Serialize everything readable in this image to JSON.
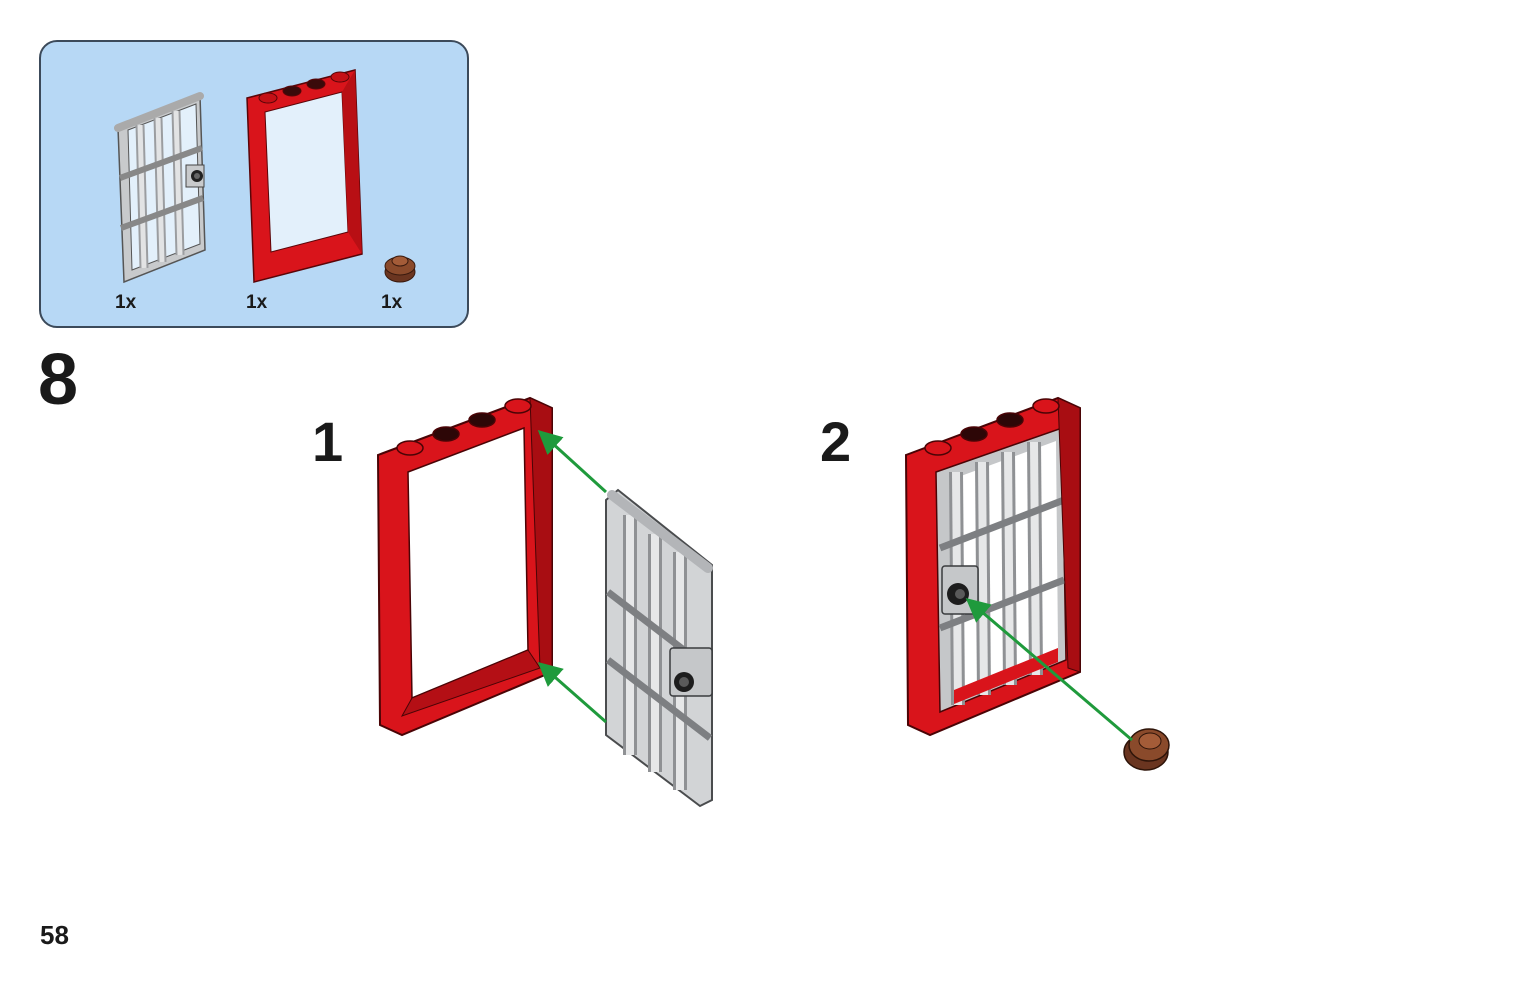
{
  "parts_list": {
    "items": [
      {
        "part": "bar-door",
        "qty": "1x"
      },
      {
        "part": "red-door-frame",
        "qty": "1x"
      },
      {
        "part": "brown-round-plate",
        "qty": "1x"
      }
    ]
  },
  "step": {
    "number": "8"
  },
  "substeps": [
    {
      "label": "1"
    },
    {
      "label": "2"
    }
  ],
  "page": {
    "number": "58"
  },
  "colors": {
    "frame_red": "#d9141b",
    "bar_grey": "#d2d4d6",
    "plate_brown": "#8a4a2b",
    "arrow_green": "#1f9a3c",
    "parts_bg": "#b7d8f5"
  }
}
